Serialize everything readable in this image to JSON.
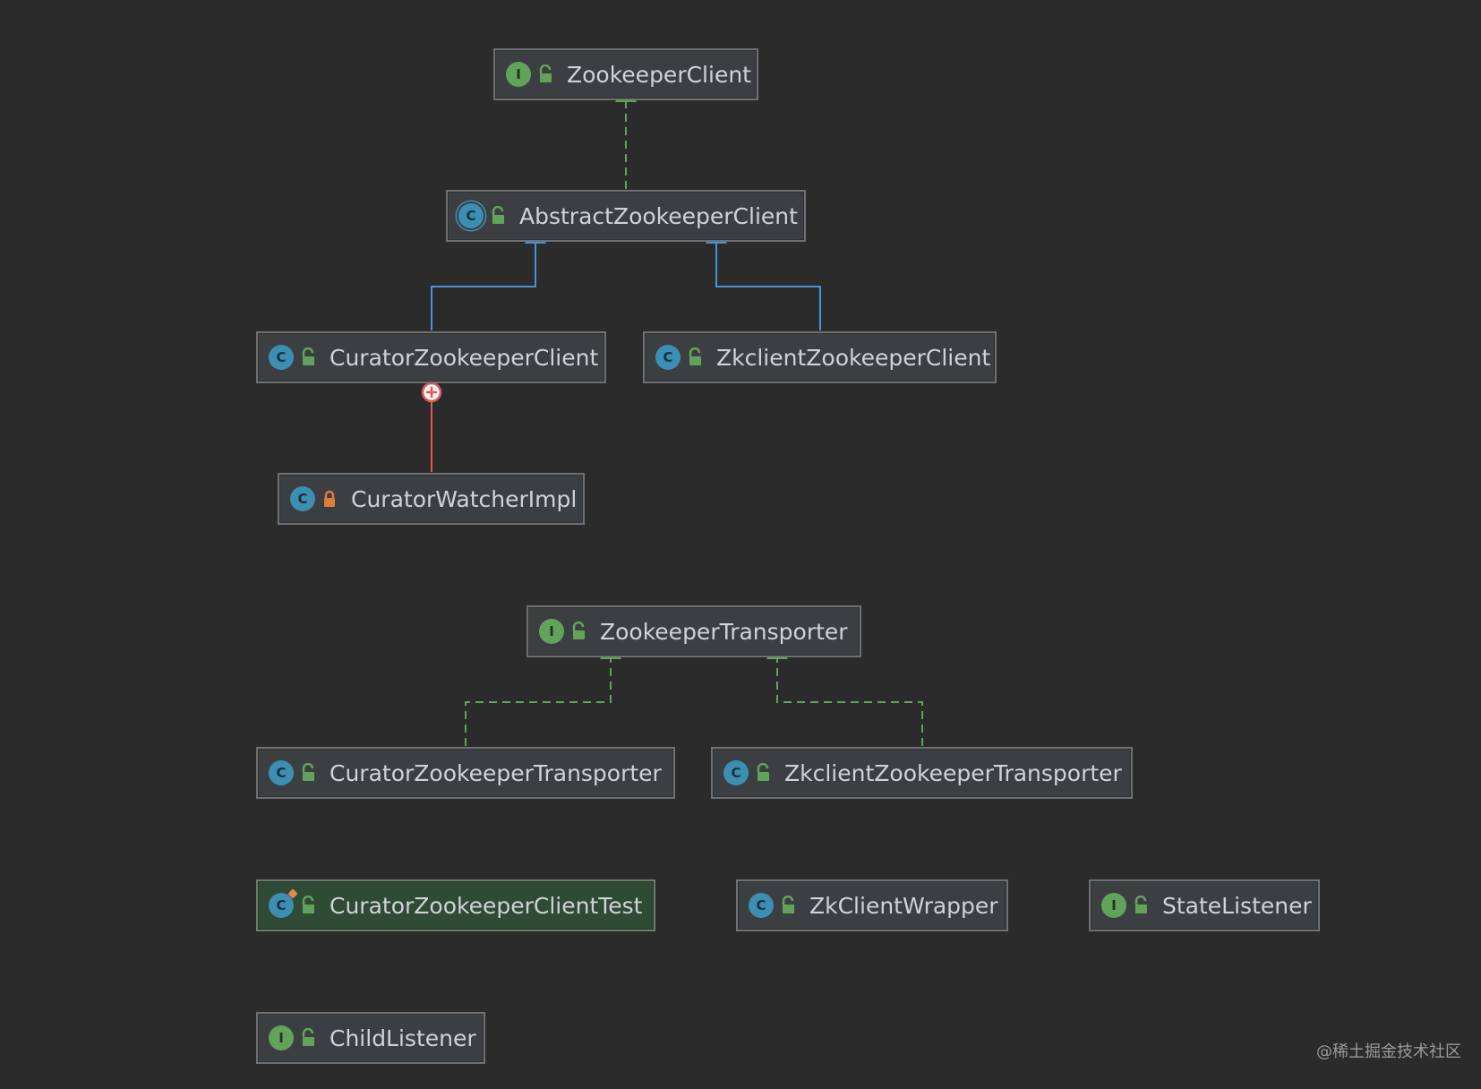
{
  "nodes": [
    {
      "id": "zookeeper-client",
      "label": "ZookeeperClient",
      "kind": "interface",
      "visibility": "public"
    },
    {
      "id": "abstract-zookeeper-client",
      "label": "AbstractZookeeperClient",
      "kind": "abstract-class",
      "visibility": "public"
    },
    {
      "id": "curator-zookeeper-client",
      "label": "CuratorZookeeperClient",
      "kind": "class",
      "visibility": "public"
    },
    {
      "id": "zkclient-zookeeper-client",
      "label": "ZkclientZookeeperClient",
      "kind": "class",
      "visibility": "public"
    },
    {
      "id": "curator-watcher-impl",
      "label": "CuratorWatcherImpl",
      "kind": "class",
      "visibility": "private"
    },
    {
      "id": "zookeeper-transporter",
      "label": "ZookeeperTransporter",
      "kind": "interface",
      "visibility": "public"
    },
    {
      "id": "curator-zookeeper-transporter",
      "label": "CuratorZookeeperTransporter",
      "kind": "class",
      "visibility": "public"
    },
    {
      "id": "zkclient-zookeeper-transporter",
      "label": "ZkclientZookeeperTransporter",
      "kind": "class",
      "visibility": "public"
    },
    {
      "id": "curator-zookeeper-client-test",
      "label": "CuratorZookeeperClientTest",
      "kind": "test-class",
      "visibility": "public"
    },
    {
      "id": "zk-client-wrapper",
      "label": "ZkClientWrapper",
      "kind": "class",
      "visibility": "public"
    },
    {
      "id": "state-listener",
      "label": "StateListener",
      "kind": "interface",
      "visibility": "public"
    },
    {
      "id": "child-listener",
      "label": "ChildListener",
      "kind": "interface",
      "visibility": "public"
    }
  ],
  "edges": [
    {
      "from": "abstract-zookeeper-client",
      "to": "zookeeper-client",
      "type": "implements"
    },
    {
      "from": "curator-zookeeper-client",
      "to": "abstract-zookeeper-client",
      "type": "extends"
    },
    {
      "from": "zkclient-zookeeper-client",
      "to": "abstract-zookeeper-client",
      "type": "extends"
    },
    {
      "from": "curator-watcher-impl",
      "to": "curator-zookeeper-client",
      "type": "inner-class"
    },
    {
      "from": "curator-zookeeper-transporter",
      "to": "zookeeper-transporter",
      "type": "implements"
    },
    {
      "from": "zkclient-zookeeper-transporter",
      "to": "zookeeper-transporter",
      "type": "implements"
    }
  ],
  "kind_letters": {
    "interface": "I",
    "class": "C",
    "abstract-class": "C",
    "test-class": "C"
  },
  "colors": {
    "background": "#2b2b2b",
    "implements": "#62a35b",
    "extends": "#4a90d9",
    "inner-class": "#e05a5a",
    "interface_icon": "#62a35b",
    "class_icon": "#3d8eb3",
    "public_lock": "#62a35b",
    "private_lock": "#e07b39"
  },
  "watermark": "@稀土掘金技术社区"
}
